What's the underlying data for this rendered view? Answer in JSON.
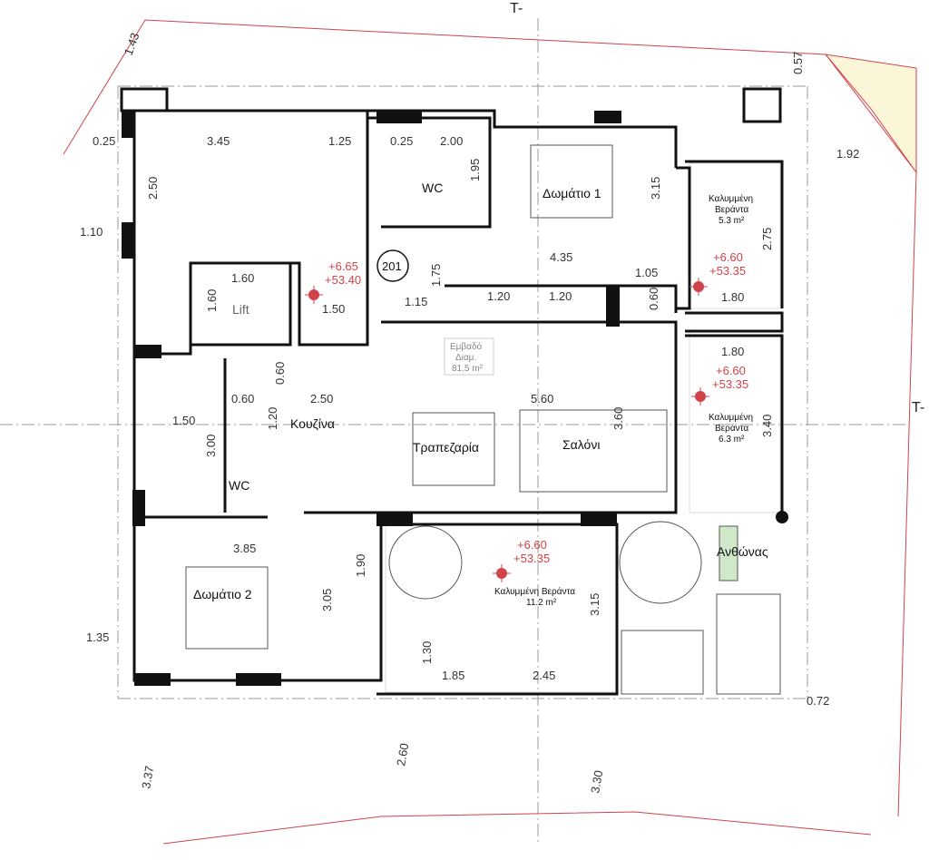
{
  "section_marks": [
    "T-",
    "T-"
  ],
  "dimensions": [
    "1.43",
    "0.57",
    "0.25",
    "3.45",
    "1.25",
    "0.25",
    "2.00",
    "1.95",
    "2.50",
    "3.15",
    "1.92",
    "1.10",
    "2.75",
    "4.35",
    "1.60",
    "1.60",
    "1.75",
    "1.05",
    "1.50",
    "1.15",
    "1.20",
    "1.20",
    "0.60",
    "1.80",
    "1.80",
    "0.60",
    "0.60",
    "2.50",
    "5.60",
    "1.50",
    "1.20",
    "3.60",
    "3.40",
    "3.00",
    "3.85",
    "1.90",
    "3.05",
    "3.15",
    "1.35",
    "1.30",
    "1.85",
    "2.45",
    "0.72",
    "3.37",
    "2.60",
    "3.30"
  ],
  "rooms": {
    "wc1": "WC",
    "bedroom1": "Δωμάτιο 1",
    "lift": "Lift",
    "apartment": "201",
    "kitchen": "Κουζίνα",
    "dining": "Τραπεζαρία",
    "living": "Σαλόνι",
    "wc2": "WC",
    "bedroom2": "Δωμάτιο 2",
    "planter": "Ανθώνας"
  },
  "area": {
    "line1": "Εμβαδό",
    "line2": "Διαμ.",
    "value": "81.5 m²"
  },
  "verandas": [
    {
      "line1": "Καλυμμένη",
      "line2": "Βεράντα",
      "area": "5.3 m²"
    },
    {
      "line1": "Καλυμμένη",
      "line2": "Βεράντα",
      "area": "6.3 m²"
    },
    {
      "line1": "Καλυμμένη Βεράντα",
      "area": "11.2 m²"
    }
  ],
  "levels": [
    {
      "a": "+6.65",
      "b": "+53.40"
    },
    {
      "a": "+6.60",
      "b": "+53.35"
    },
    {
      "a": "+6.60",
      "b": "+53.35"
    },
    {
      "a": "+6.60",
      "b": "+53.35"
    }
  ],
  "colors": {
    "wall": "#111111",
    "level": "#d0434a",
    "plot": "#d0434a"
  }
}
